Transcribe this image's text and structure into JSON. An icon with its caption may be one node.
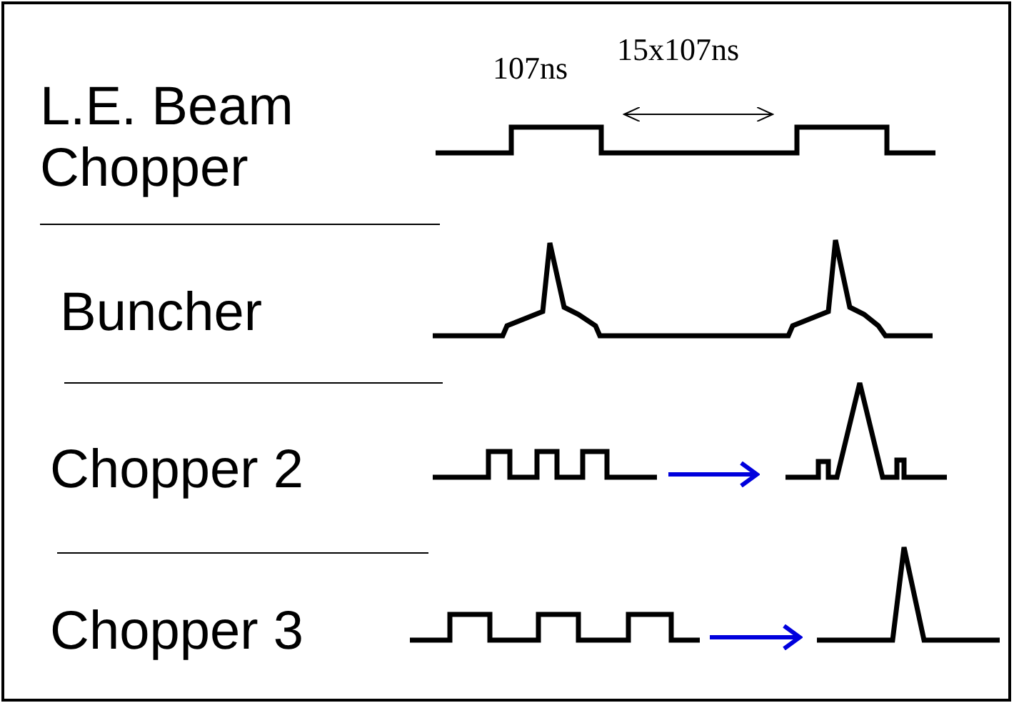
{
  "diagram": {
    "nodes": [
      {
        "text": [],
        "shape": "picture"
      },
      {
        "text": [],
        "shape": "picture"
      },
      {
        "text": [],
        "shape": "picture"
      },
      {
        "text": [],
        "shape": "picture"
      }
    ],
    "edges": [
      {
        "from": 0,
        "to": 1,
        "arrow": "to"
      },
      {
        "from": 2,
        "to": 3,
        "arrow": "to"
      }
    ],
    "labels": [
      "L.E. Beam Chopper",
      "107ns",
      "15x107ns",
      "Buncher",
      "Chopper 2",
      "Chopper 3"
    ]
  }
}
